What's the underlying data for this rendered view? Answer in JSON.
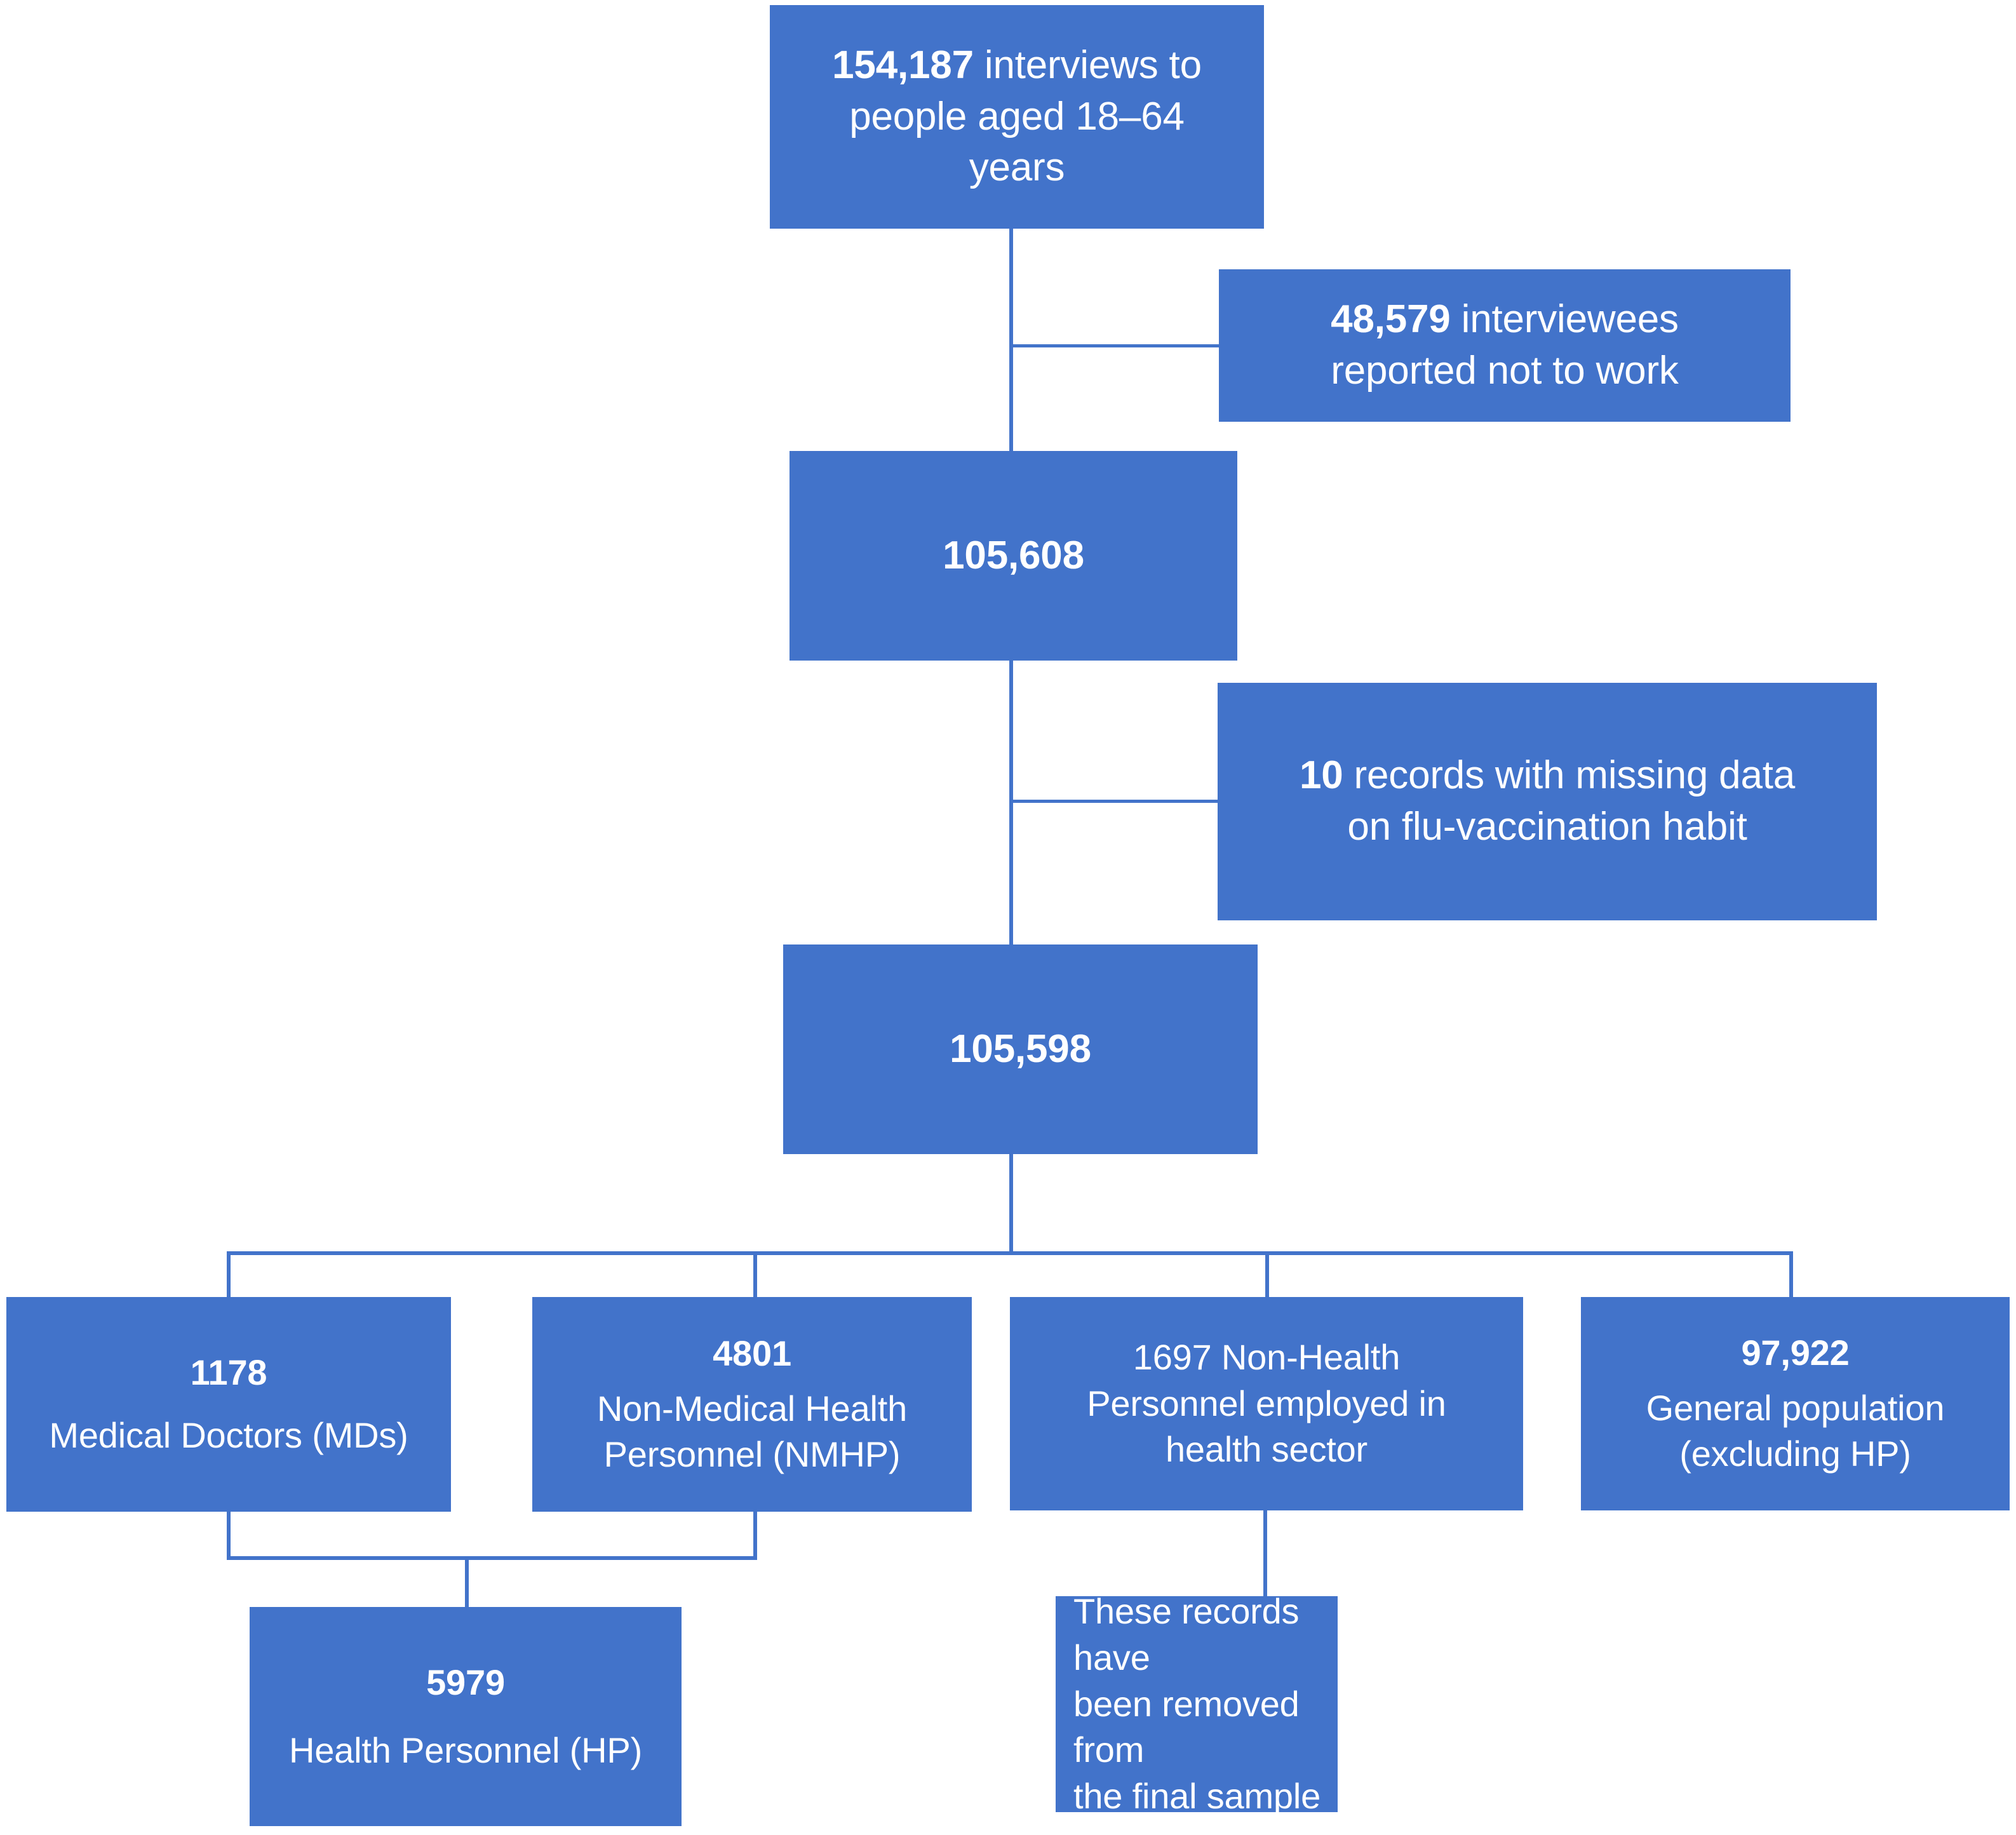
{
  "diagram": {
    "title": "Study population selection flowchart",
    "accent_color": "#4273ca",
    "text_color": "#ffffff",
    "background_color": "#ffffff",
    "nodes": {
      "total_interviews": {
        "id": "total-interviews",
        "number": "154,187",
        "line1_bold": "154,187",
        "line1_rest": " interviews to",
        "line2": "people aged 18–64",
        "line3": "years",
        "full_text": "154,187 interviews to people aged 18–64 years"
      },
      "excluded_not_working": {
        "id": "excluded-not-working",
        "number": "48,579",
        "line1_bold": "48,579",
        "line1_rest": " interviewees",
        "line2": "reported not to work",
        "full_text": "48,579 interviewees reported not to work"
      },
      "working_total": {
        "id": "working-total",
        "value": "105,608"
      },
      "excluded_missing_data": {
        "id": "excluded-missing-data",
        "number": "10",
        "line1_bold": "10",
        "line1_rest": " records with missing data",
        "line2": "on flu-vaccination habit",
        "full_text": "10 records with missing data on flu-vaccination habit"
      },
      "final_sample": {
        "id": "final-sample",
        "value": "105,598"
      },
      "medical_doctors": {
        "id": "medical-doctors",
        "count": "1178",
        "label": "Medical Doctors (MDs)"
      },
      "non_medical_health_personnel": {
        "id": "non-medical-health-personnel",
        "count": "4801",
        "label_line1": "Non-Medical Health",
        "label_line2": "Personnel (NMHP)",
        "label": "Non-Medical Health Personnel (NMHP)"
      },
      "non_health_personnel": {
        "id": "non-health-personnel",
        "count": "1697",
        "line1": "1697 Non-Health",
        "line2": "Personnel employed in",
        "line3": "health sector",
        "full_text": "1697 Non-Health Personnel employed in health sector"
      },
      "general_population": {
        "id": "general-population",
        "count": "97,922",
        "label_line1": "General population",
        "label_line2": "(excluding HP)",
        "label": "General population (excluding HP)"
      },
      "health_personnel": {
        "id": "health-personnel",
        "count": "5979",
        "label": "Health Personnel (HP)"
      },
      "removed_note": {
        "id": "removed-note",
        "line1": "These records have",
        "line2": "been removed from",
        "line3": "the final sample",
        "full_text": "These records have been removed from the final sample"
      }
    }
  }
}
